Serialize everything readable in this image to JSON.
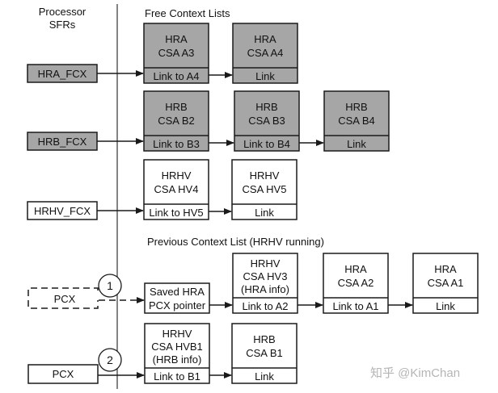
{
  "colors": {
    "free_fill": "#a6a6a6",
    "line": "#1a1a1a",
    "white": "#ffffff",
    "watermark": "#b5b5b5"
  },
  "headers": {
    "sfr_line1": "Processor",
    "sfr_line2": "SFRs",
    "free_lists": "Free Context Lists",
    "prev_list": "Previous Context List (HRHV running)"
  },
  "sfrs": {
    "hra_fcx": "HRA_FCX",
    "hrb_fcx": "HRB_FCX",
    "hrhv_fcx": "HRHV_FCX",
    "pcx_saved": "PCX",
    "pcx": "PCX"
  },
  "markers": {
    "one": "1",
    "two": "2"
  },
  "free_hra": [
    {
      "l1": "HRA",
      "l2": "CSA A3",
      "link": "Link to A4"
    },
    {
      "l1": "HRA",
      "l2": "CSA A4",
      "link": "Link"
    }
  ],
  "free_hrb": [
    {
      "l1": "HRB",
      "l2": "CSA B2",
      "link": "Link to B3"
    },
    {
      "l1": "HRB",
      "l2": "CSA B3",
      "link": "Link to B4"
    },
    {
      "l1": "HRB",
      "l2": "CSA B4",
      "link": "Link"
    }
  ],
  "free_hrhv": [
    {
      "l1": "HRHV",
      "l2": "CSA HV4",
      "link": "Link to HV5"
    },
    {
      "l1": "HRHV",
      "l2": "CSA HV5",
      "link": "Link"
    }
  ],
  "prev": {
    "saved_l1": "Saved HRA",
    "saved_l2": "PCX pointer",
    "nodes": [
      {
        "l1": "HRHV",
        "l2": "CSA HV3",
        "l3": "(HRA info)",
        "link": "Link to A2"
      },
      {
        "l1": "HRA",
        "l2": "CSA A2",
        "link": "Link to A1"
      },
      {
        "l1": "HRA",
        "l2": "CSA A1",
        "link": "Link"
      }
    ]
  },
  "current": [
    {
      "l1": "HRHV",
      "l2": "CSA HVB1",
      "l3": "(HRB info)",
      "link": "Link to B1"
    },
    {
      "l1": "HRB",
      "l2": "CSA B1",
      "link": "Link"
    }
  ],
  "watermark": "知乎 @KimChan"
}
